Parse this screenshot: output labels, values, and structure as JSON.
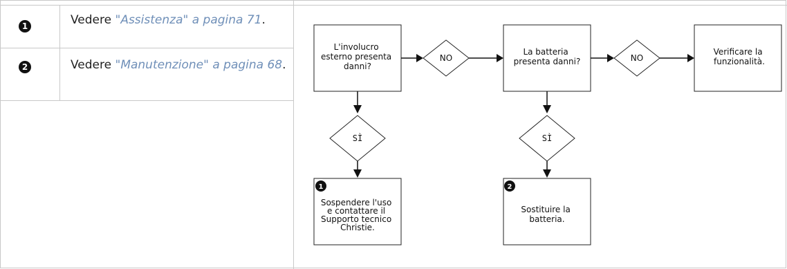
{
  "references": [
    {
      "badge": "1",
      "prefix": "Vedere ",
      "link": "\"Assistenza\" a pagina 71",
      "suffix": "."
    },
    {
      "badge": "2",
      "prefix": "Vedere ",
      "link": "\"Manutenzione\" a pagina 68",
      "suffix": "."
    }
  ],
  "flow": {
    "q1": [
      "L'involucro",
      "esterno presenta",
      "danni?"
    ],
    "no1": "NO",
    "q2": [
      "La batteria",
      "presenta danni?"
    ],
    "no2": "NO",
    "end": [
      "Verificare la",
      "funzionalità."
    ],
    "si1": "SÌ",
    "si2": "SÌ",
    "a1_badge": "1",
    "a1": [
      "Sospendere l'uso",
      "e contattare il",
      "Supporto tecnico",
      "Christie."
    ],
    "a2_badge": "2",
    "a2": [
      "Sostituire la",
      "batteria."
    ]
  }
}
